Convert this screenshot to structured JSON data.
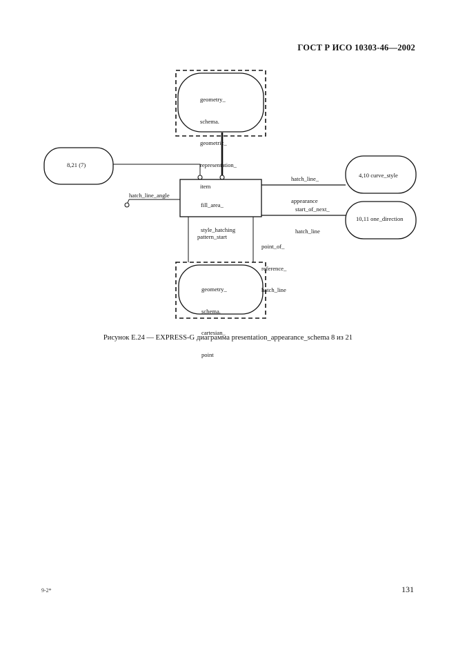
{
  "header": {
    "standard_code": "ГОСТ Р ИСО 10303-46—2002"
  },
  "diagram": {
    "entity": {
      "line1": "fill_area_",
      "line2": "style_hatching"
    },
    "refs": {
      "geometric_item": {
        "line1": "geometry_",
        "line2": "schema.",
        "line3": "geometric_",
        "line4": "representation_",
        "line5": "item"
      },
      "ref_8_21": {
        "text": "8,21 (7)"
      },
      "curve_style": {
        "text": "4,10 curve_style"
      },
      "one_direction": {
        "text": "10,11 one_direction"
      },
      "cartesian_point": {
        "line1": "geometry_",
        "line2": "schema.",
        "line3": "cartesian_",
        "line4": "point"
      }
    },
    "attributes": {
      "hatch_line_angle": "hatch_line_angle",
      "hatch_line_appearance": {
        "line1": "hatch_line_",
        "line2": "appearance"
      },
      "start_of_next_hatch_line": {
        "line1": "start_of_next_",
        "line2": "hatch_line"
      },
      "pattern_start": "pattern_start",
      "point_of_reference_hatch_line": {
        "line1": "point_of_",
        "line2": "reference_",
        "line3": "hatch_line"
      }
    }
  },
  "caption": {
    "text": "Рисунок E.24 — EXPRESS-G диаграмма presentation_appearance_schema 8 из 21"
  },
  "footer": {
    "left_mark": "9-2*",
    "page_number": "131"
  }
}
